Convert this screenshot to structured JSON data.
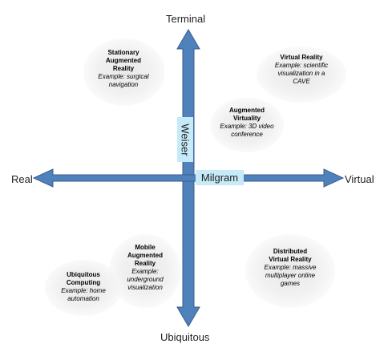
{
  "axes": {
    "top": "Terminal",
    "bottom": "Ubiquitous",
    "left": "Real",
    "right": "Virtual",
    "vertical_tag": "Weiser",
    "horizontal_tag": "Milgram"
  },
  "colors": {
    "arrow_fill": "#4f81bd",
    "arrow_stroke": "#385d8a",
    "tag_fill": "#c6eaf7"
  },
  "quadrants": {
    "stationary_ar": {
      "title": "Stationary Augmented Reality",
      "example": "Example: surgical navigation"
    },
    "virtual_reality": {
      "title": "Virtual Reality",
      "example": "Example: scientific visualization in a CAVE"
    },
    "augmented_virtuality": {
      "title": "Augmented Virtuality",
      "example": "Example: 3D video conference"
    },
    "mobile_ar": {
      "title": "Mobile Augmented Reality",
      "example": "Example: underground visualization"
    },
    "ubiquitous_computing": {
      "title": "Ubiquitous Computing",
      "example": "Example: home automation"
    },
    "distributed_vr": {
      "title": "Distributed Virtual Reality",
      "example": "Example: massive multiplayer online games"
    }
  }
}
